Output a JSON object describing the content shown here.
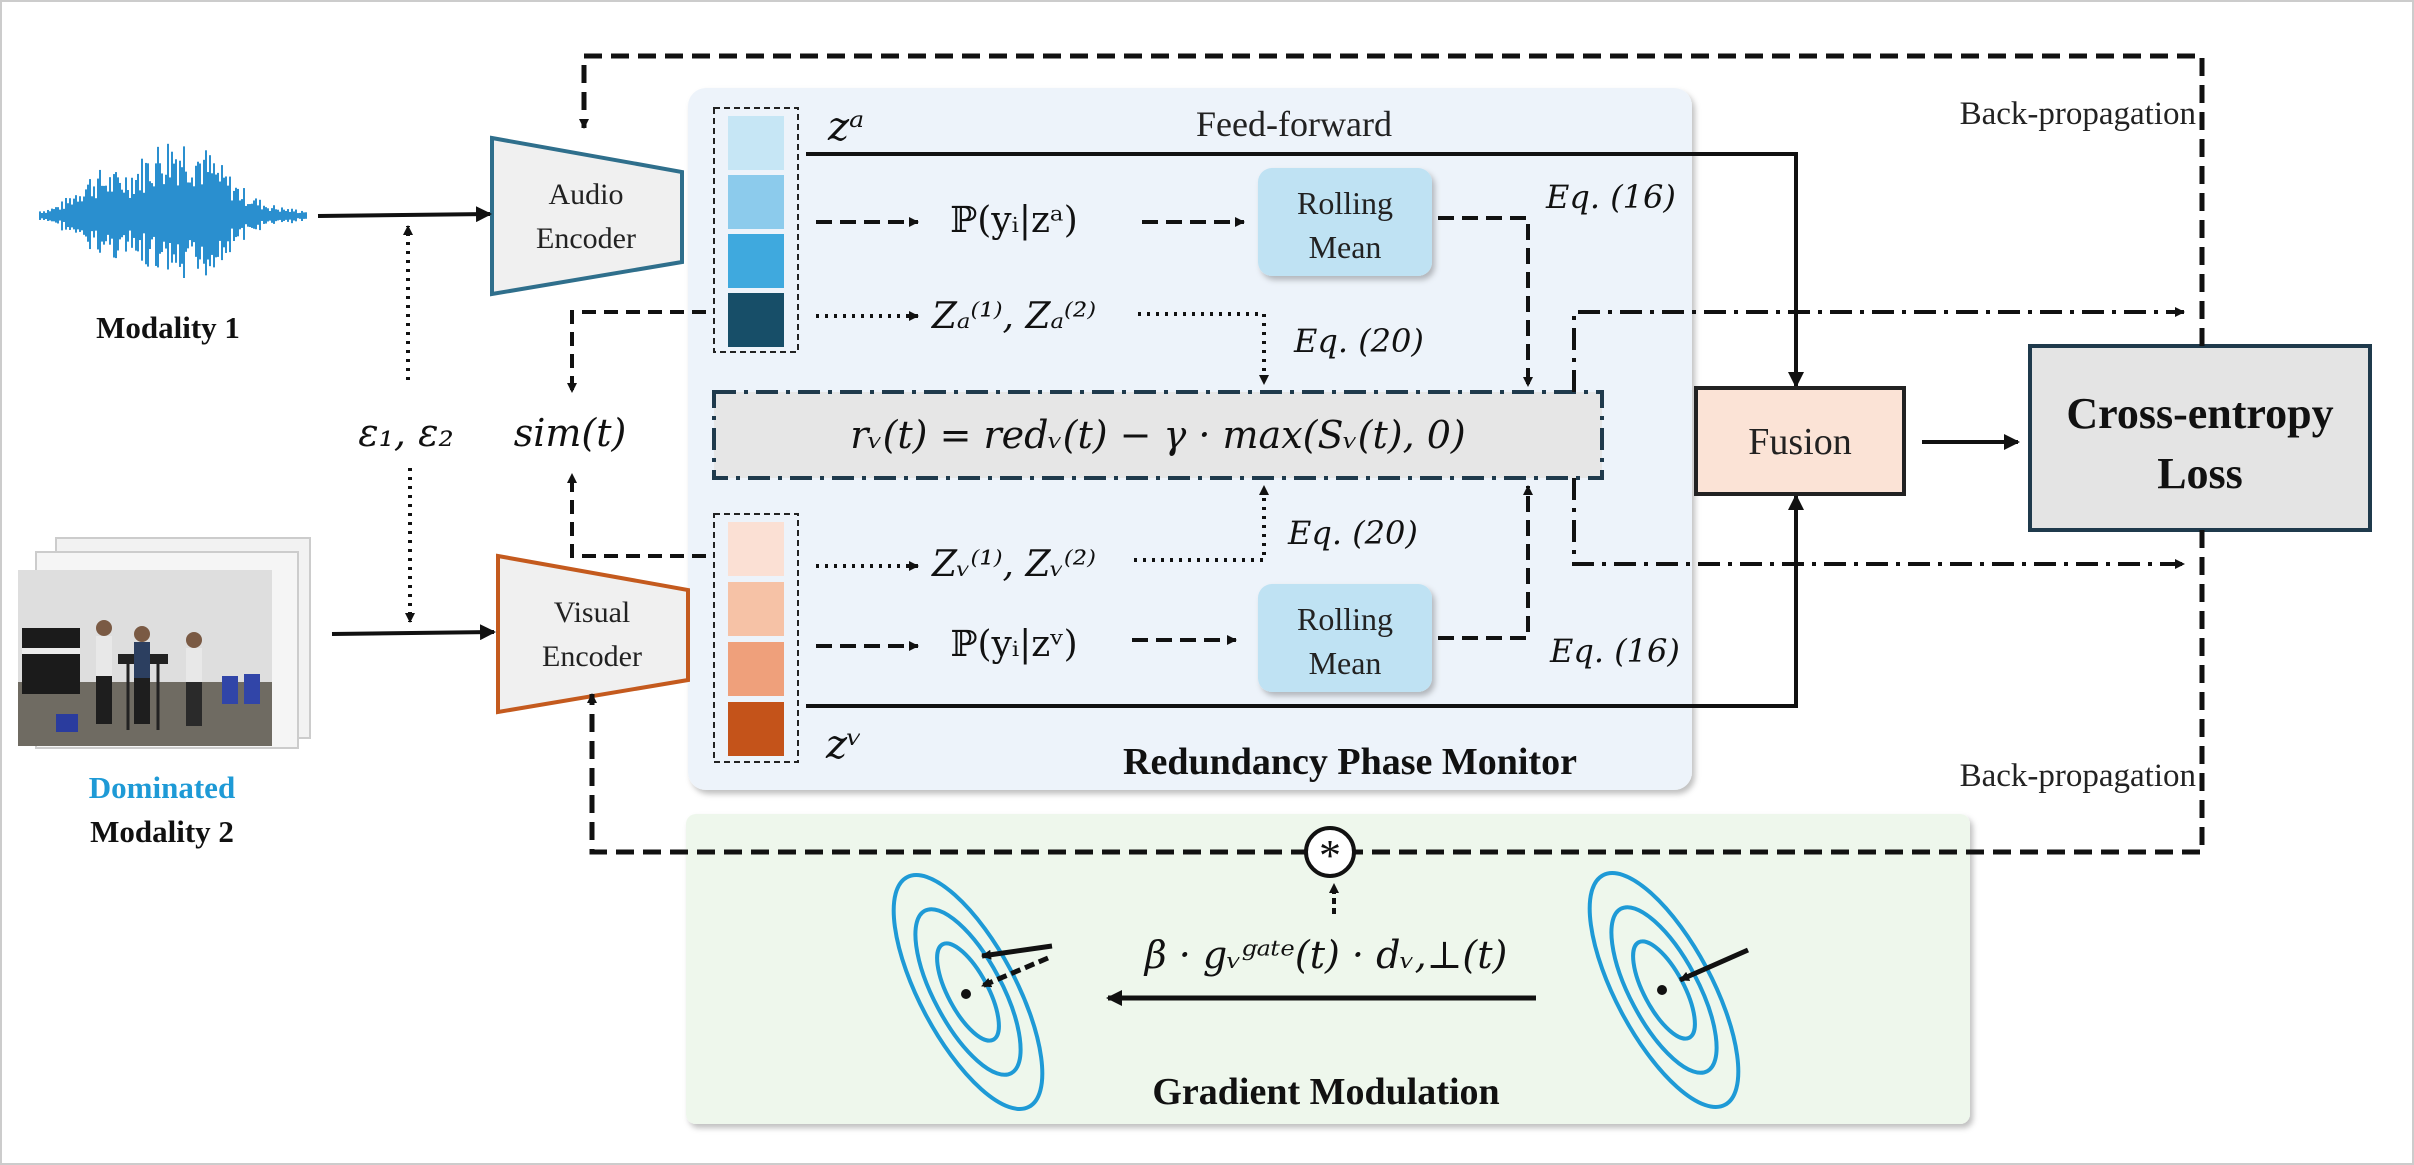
{
  "modality1": {
    "label": "Modality 1"
  },
  "modality2": {
    "label_line1": "Dominated",
    "label_line2": "Modality 2",
    "dominated_color": "#1e9ad6"
  },
  "encoders": {
    "audio": {
      "line1": "Audio",
      "line2": "Encoder",
      "color": "#2f6f8c"
    },
    "visual": {
      "line1": "Visual",
      "line2": "Encoder",
      "color": "#c45a1e"
    }
  },
  "epsilon": {
    "text": "ε₁, ε₂"
  },
  "sim": {
    "text": "sim(t)"
  },
  "feature_labels": {
    "audio": "zᵃ",
    "visual": "zᵛ"
  },
  "feed_forward": {
    "label": "Feed-forward"
  },
  "audio_branch": {
    "prob": "ℙ(yᵢ|zᵃ)",
    "pairs": "Zₐ⁽¹⁾, Zₐ⁽²⁾",
    "rolling_line1": "Rolling",
    "rolling_line2": "Mean",
    "eq_rolling": "Eq. (16)",
    "eq_pairs": "Eq. (20)"
  },
  "visual_branch": {
    "prob": "ℙ(yᵢ|zᵛ)",
    "pairs": "Zᵥ⁽¹⁾, Zᵥ⁽²⁾",
    "rolling_line1": "Rolling",
    "rolling_line2": "Mean",
    "eq_rolling": "Eq. (16)",
    "eq_pairs": "Eq. (20)"
  },
  "formula": {
    "text": "rᵥ(t) = redᵥ(t) − γ · max(Sᵥ(t), 0)"
  },
  "monitor": {
    "title": "Redundancy Phase Monitor"
  },
  "fusion": {
    "label": "Fusion"
  },
  "loss": {
    "line1": "Cross-entropy",
    "line2": "Loss"
  },
  "backprop": {
    "top": "Back-propagation",
    "bottom": "Back-propagation"
  },
  "gradient": {
    "title": "Gradient Modulation",
    "formula": "β · gᵥᵍᵃᵗᵉ(t) · dᵥ,⊥(t)",
    "operator": "*"
  },
  "colors": {
    "audio_swatches": [
      "#c6e6f5",
      "#8ccbec",
      "#3fa9de",
      "#174e68"
    ],
    "visual_swatches": [
      "#fbe0d4",
      "#f6c2a6",
      "#efa07b",
      "#c4531a"
    ],
    "monitor_bg": "#edf3fa",
    "gradient_bg": "#eef7ec",
    "rolling_bg": "#bfe2f3",
    "fusion_bg": "#fbe3d6",
    "loss_bg": "#e4e4e4",
    "formula_bg": "#e6e6e6",
    "contour": "#1e9ad6"
  }
}
